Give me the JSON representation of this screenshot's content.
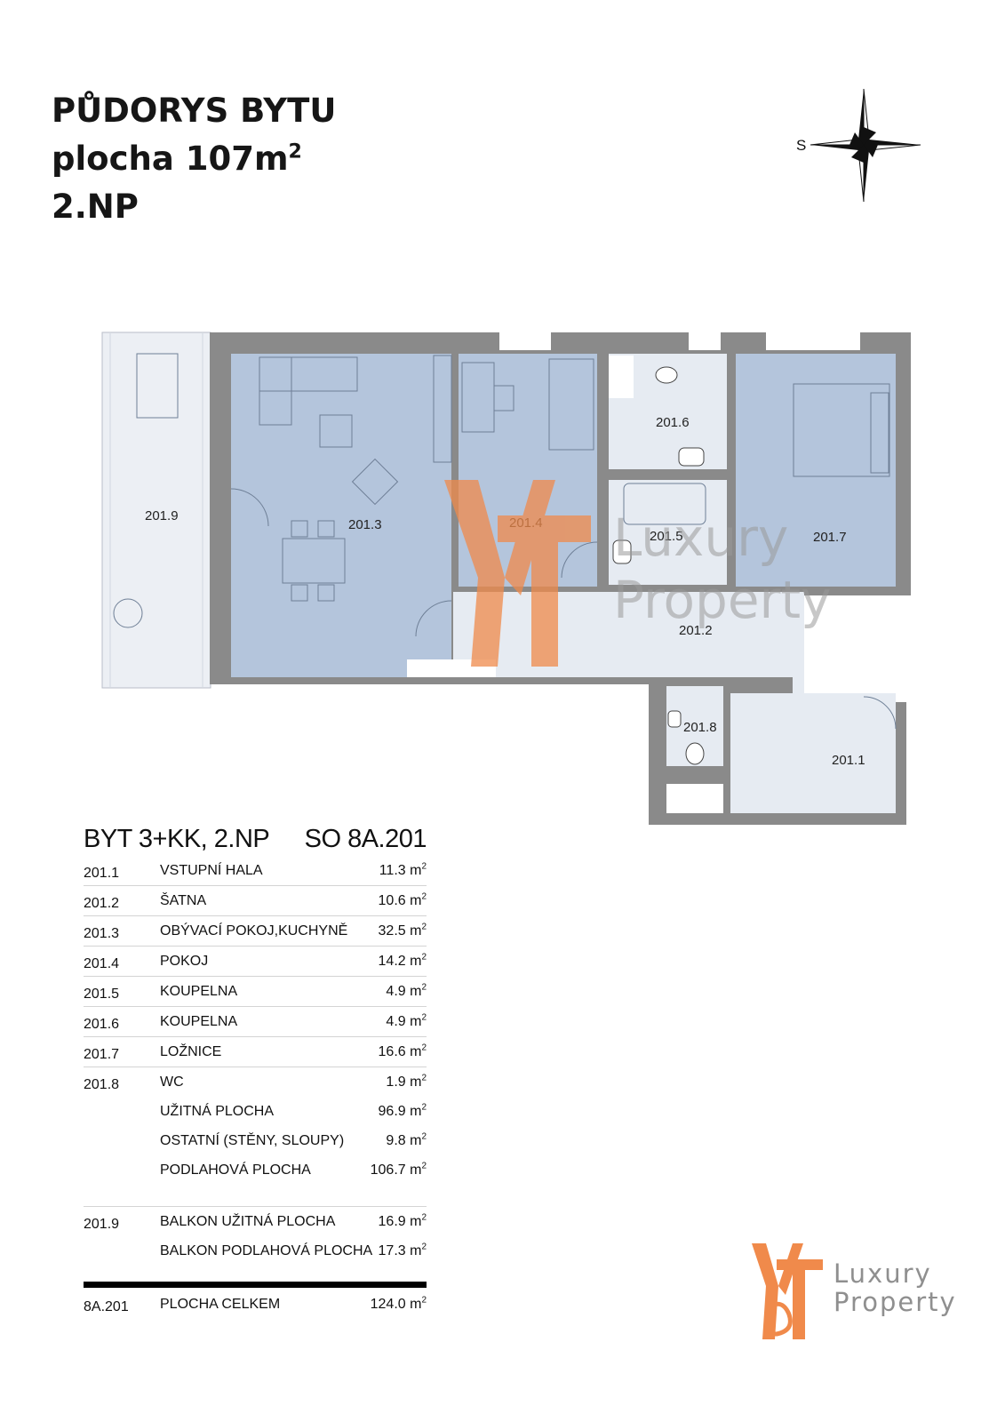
{
  "header": {
    "line1": "PŮDORYS BYTU",
    "line2": "plocha 107m",
    "line2_sup": "2",
    "line3": "2.NP"
  },
  "compass": {
    "label": "S"
  },
  "plan": {
    "rooms": [
      {
        "code": "201.9"
      },
      {
        "code": "201.3"
      },
      {
        "code": "201.4"
      },
      {
        "code": "201.6"
      },
      {
        "code": "201.5"
      },
      {
        "code": "201.7"
      },
      {
        "code": "201.2"
      },
      {
        "code": "201.8"
      },
      {
        "code": "201.1"
      }
    ]
  },
  "spec": {
    "title_left": "BYT 3+KK, 2.NP",
    "title_right": "SO 8A.201",
    "unit_sup": "2",
    "rooms": [
      {
        "code": "201.1",
        "name": "VSTUPNÍ HALA",
        "area": "11.3 m"
      },
      {
        "code": "201.2",
        "name": "ŠATNA",
        "area": "10.6 m"
      },
      {
        "code": "201.3",
        "name": "OBÝVACÍ POKOJ,KUCHYNĚ",
        "area": "32.5 m"
      },
      {
        "code": "201.4",
        "name": "POKOJ",
        "area": "14.2 m"
      },
      {
        "code": "201.5",
        "name": "KOUPELNA",
        "area": "4.9 m"
      },
      {
        "code": "201.6",
        "name": "KOUPELNA",
        "area": "4.9 m"
      },
      {
        "code": "201.7",
        "name": "LOŽNICE",
        "area": "16.6 m"
      },
      {
        "code": "201.8",
        "name": "WC",
        "area": "1.9 m"
      }
    ],
    "totals": [
      {
        "name": "UŽITNÁ PLOCHA",
        "area": "96.9  m"
      },
      {
        "name": "OSTATNÍ (STĚNY, SLOUPY)",
        "area": "9.8 m"
      },
      {
        "name": "PODLAHOVÁ PLOCHA",
        "area": "106.7 m"
      }
    ],
    "balcony": [
      {
        "code": "201.9",
        "name": "BALKON UŽITNÁ PLOCHA",
        "area": "16.9 m"
      },
      {
        "code": "",
        "name": "BALKON PODLAHOVÁ PLOCHA",
        "area": "17.3 m"
      }
    ],
    "total": {
      "code": "8A.201",
      "name": "PLOCHA CELKEM",
      "area": "124.0 m"
    }
  },
  "logo": {
    "monogram": "Y&T",
    "word1": "Luxury",
    "word2": "Property"
  },
  "colors": {
    "wall": "#8a8a8a",
    "room_blue": "#b4c5dc",
    "room_light": "#e6ebf2",
    "balcony": "#ebeff4",
    "accent_orange": "#f08a4b",
    "logo_gray": "#9a9a9a"
  }
}
